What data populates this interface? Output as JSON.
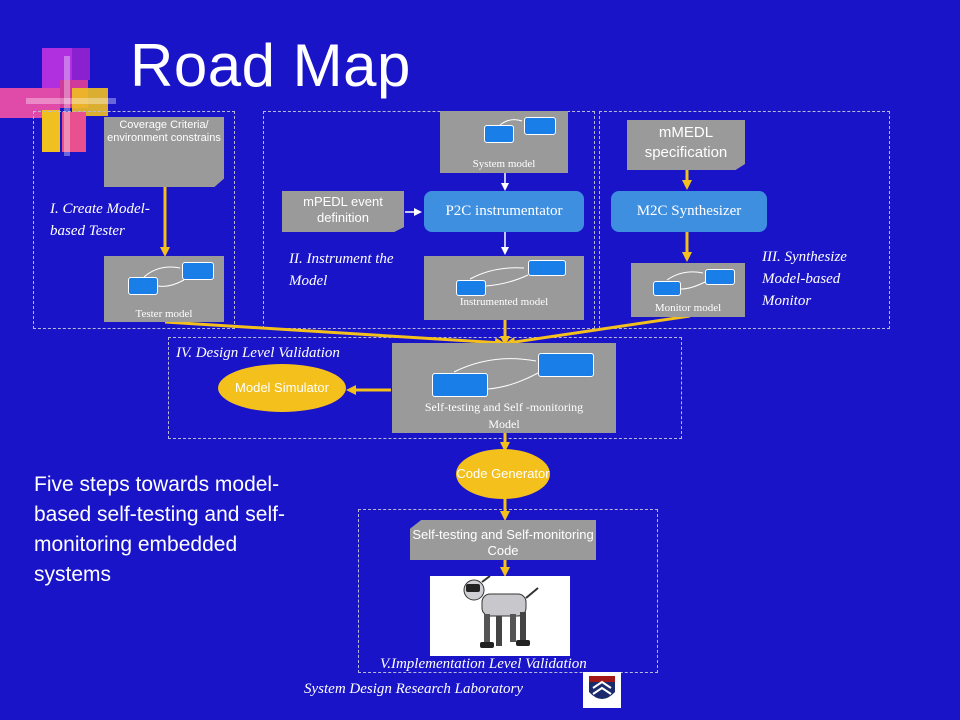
{
  "title": "Road Map",
  "coverage_note": "Coverage Criteria/ environment constrains",
  "tester_model_label": "Tester model",
  "step1_label": "I. Create Model-based Tester",
  "system_model_label": "System model",
  "mpedl_note": "mPEDL event definition",
  "p2c_label": "P2C instrumentator",
  "instrumented_model_label": "Instrumented model",
  "step2_label": "II. Instrument the Model",
  "mmedl_note": "mMEDL specification",
  "m2c_label": "M2C Synthesizer",
  "monitor_model_label": "Monitor model",
  "step3_label": "III. Synthesize Model-based Monitor",
  "step4_label": "IV. Design Level Validation",
  "model_simulator_label": "Model Simulator",
  "selftest_model_label": "Self-testing and Self -monitoring Model",
  "code_generator_label": "Code Generator",
  "selftest_code_note": "Self-testing and Self-monitoring Code",
  "step5_label": "V.Implementation Level Validation",
  "summary_text": "Five steps towards model-based self-testing and self-monitoring embedded systems",
  "footer": "System Design Research Laboratory",
  "colors": {
    "background": "#1a14c8",
    "accent_yellow": "#f3c01c",
    "node_blue": "#3f8fe0",
    "note_gray": "#9a9a9a"
  }
}
